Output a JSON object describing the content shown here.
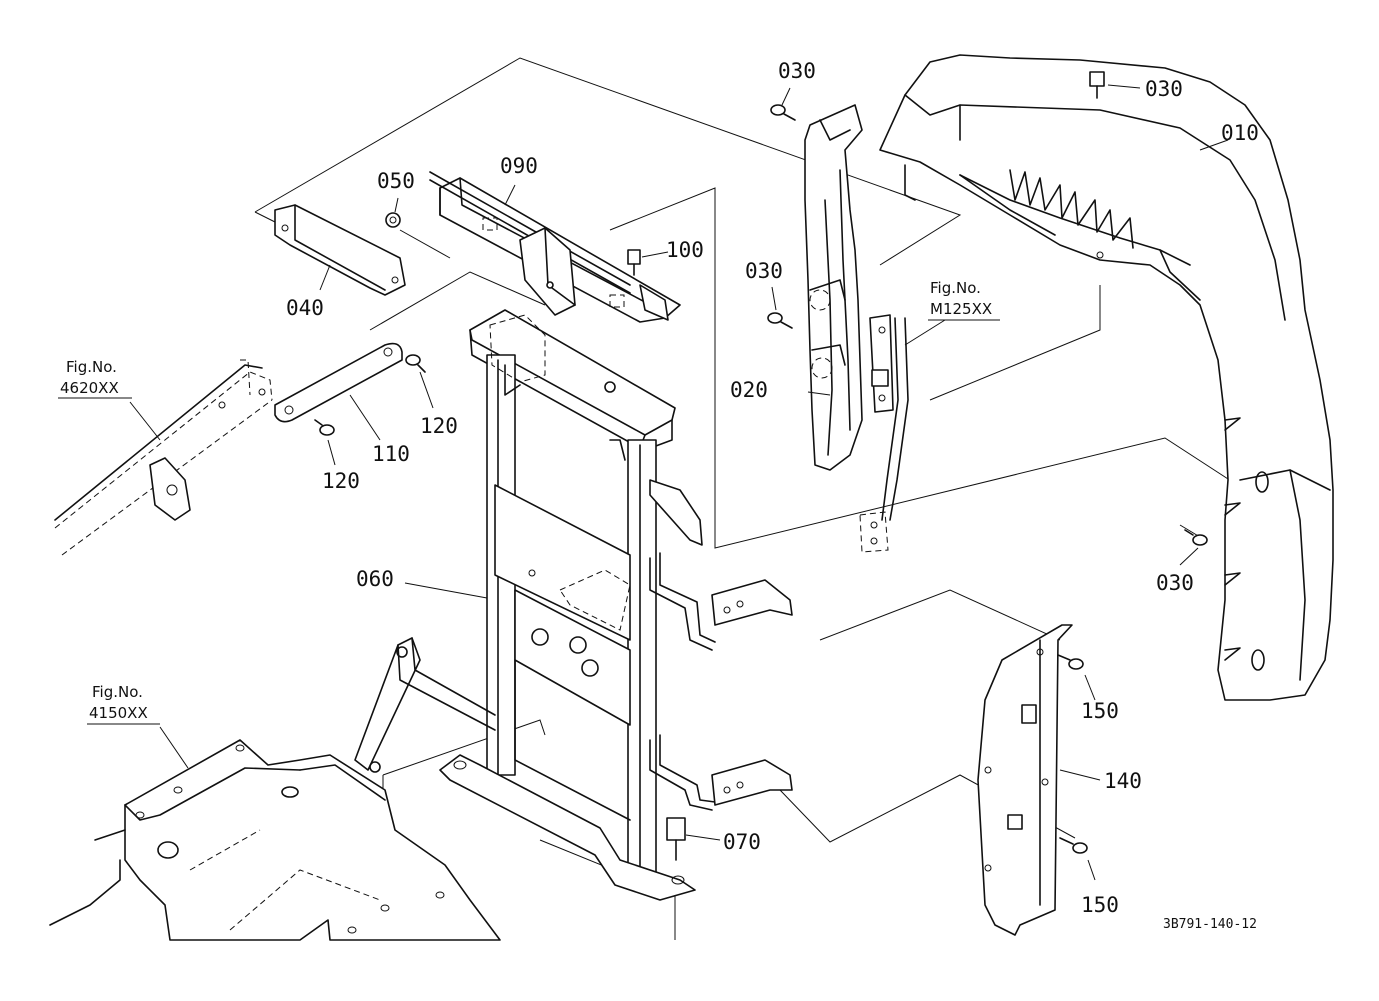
{
  "part_labels": {
    "p010": "010",
    "p020": "020",
    "p030a": "030",
    "p030b": "030",
    "p030c": "030",
    "p030d": "030",
    "p040": "040",
    "p050": "050",
    "p060": "060",
    "p070": "070",
    "p090": "090",
    "p100": "100",
    "p110": "110",
    "p120a": "120",
    "p120b": "120",
    "p140": "140",
    "p150a": "150",
    "p150b": "150"
  },
  "figure_refs": {
    "ref4620_title": "Fig.No.",
    "ref4620_code": "4620XX",
    "ref4150_title": "Fig.No.",
    "ref4150_code": "4150XX",
    "refM125_title": "Fig.No.",
    "refM125_code": "M125XX"
  },
  "drawing_code": "3B791-140-12"
}
